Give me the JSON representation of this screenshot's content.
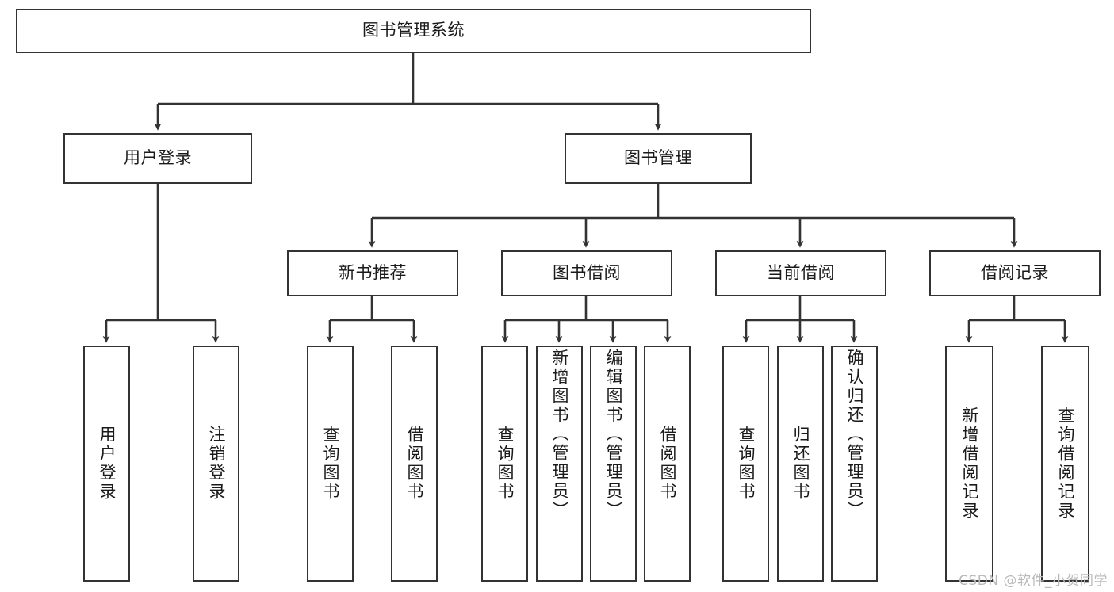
{
  "diagram": {
    "title": "图书管理系统",
    "type": "tree-hierarchy",
    "watermark": "CSDN @软件_小贺同学",
    "colors": {
      "border": "#333333",
      "background": "#ffffff",
      "text": "#1a1a1a",
      "edge": "#333333",
      "watermark": "#b9b9b9"
    },
    "levels": {
      "root": [
        "图书管理系统"
      ],
      "level2": [
        "用户登录",
        "图书管理"
      ],
      "level3": [
        "新书推荐",
        "图书借阅",
        "当前借阅",
        "借阅记录"
      ],
      "leaves": [
        "用户登录",
        "注销登录",
        "查询图书",
        "借阅图书",
        "查询图书",
        "新增图书（管理员）",
        "编辑图书（管理员）",
        "借阅图书",
        "查询图书",
        "归还图书",
        "确认归还（管理员）",
        "新增借阅记录",
        "查询借阅记录"
      ]
    }
  },
  "nodes": {
    "root": {
      "label": "图书管理系统"
    },
    "user_login": {
      "label": "用户登录"
    },
    "book_manage": {
      "label": "图书管理"
    },
    "new_book_rec": {
      "label": "新书推荐"
    },
    "book_borrow": {
      "label": "图书借阅"
    },
    "current_borrow": {
      "label": "当前借阅"
    },
    "borrow_record": {
      "label": "借阅记录"
    },
    "leaf_user_login": {
      "label": "用户登录"
    },
    "leaf_user_logout": {
      "label": "注销登录"
    },
    "leaf_query_book_1": {
      "label": "查询图书"
    },
    "leaf_borrow_book_1": {
      "label": "借阅图书"
    },
    "leaf_query_book_2": {
      "label": "查询图书"
    },
    "leaf_add_book": {
      "label": "新增图书（管理员）"
    },
    "leaf_edit_book": {
      "label": "编辑图书（管理员）"
    },
    "leaf_borrow_book_2": {
      "label": "借阅图书"
    },
    "leaf_query_book_3": {
      "label": "查询图书"
    },
    "leaf_return_book": {
      "label": "归还图书"
    },
    "leaf_confirm_return": {
      "label": "确认归还（管理员）"
    },
    "leaf_add_record": {
      "label": "新增借阅记录"
    },
    "leaf_query_record": {
      "label": "查询借阅记录"
    }
  },
  "edges": [
    {
      "from": "root",
      "to": "user_login"
    },
    {
      "from": "root",
      "to": "book_manage"
    },
    {
      "from": "user_login",
      "to": "leaf_user_login"
    },
    {
      "from": "user_login",
      "to": "leaf_user_logout"
    },
    {
      "from": "book_manage",
      "to": "new_book_rec"
    },
    {
      "from": "book_manage",
      "to": "book_borrow"
    },
    {
      "from": "book_manage",
      "to": "current_borrow"
    },
    {
      "from": "book_manage",
      "to": "borrow_record"
    },
    {
      "from": "new_book_rec",
      "to": "leaf_query_book_1"
    },
    {
      "from": "new_book_rec",
      "to": "leaf_borrow_book_1"
    },
    {
      "from": "book_borrow",
      "to": "leaf_query_book_2"
    },
    {
      "from": "book_borrow",
      "to": "leaf_add_book"
    },
    {
      "from": "book_borrow",
      "to": "leaf_edit_book"
    },
    {
      "from": "book_borrow",
      "to": "leaf_borrow_book_2"
    },
    {
      "from": "current_borrow",
      "to": "leaf_query_book_3"
    },
    {
      "from": "current_borrow",
      "to": "leaf_return_book"
    },
    {
      "from": "current_borrow",
      "to": "leaf_confirm_return"
    },
    {
      "from": "borrow_record",
      "to": "leaf_add_record"
    },
    {
      "from": "borrow_record",
      "to": "leaf_query_record"
    }
  ]
}
